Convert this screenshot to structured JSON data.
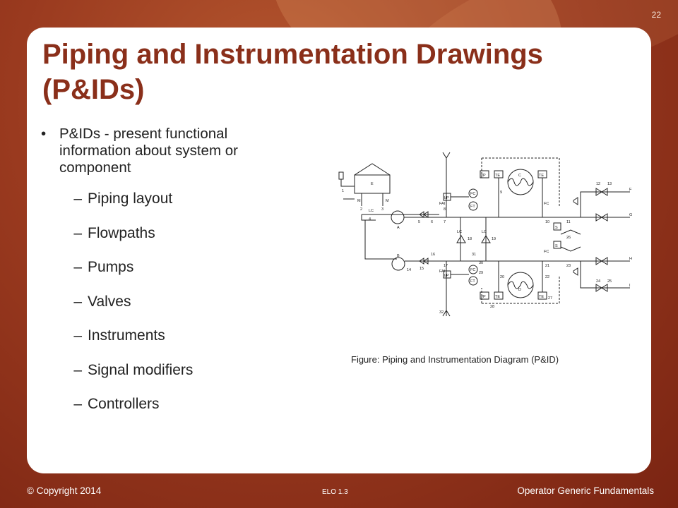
{
  "slide": {
    "number": "22",
    "title_line1": "Piping and Instrumentation Drawings",
    "title_line2": "(P&IDs)",
    "main_bullet_line1": "P&IDs - present functional",
    "main_bullet_line2": "information about system or",
    "main_bullet_line3": "component",
    "sub_bullets": [
      "Piping layout",
      "Flowpaths",
      "Pumps",
      "Valves",
      "Instruments",
      "Signal modifiers",
      "Controllers"
    ],
    "caption": "Figure: Piping and Instrumentation Diagram (P&ID)"
  },
  "diagram": {
    "tank_label": "E",
    "pump_a": "A",
    "pump_b": "B",
    "hx_c": "C",
    "hx_d": "D",
    "box_labels": [
      "M",
      "M",
      "I/P",
      "I/P",
      "FC",
      "FT",
      "TE",
      "TE",
      "I/P",
      "TE",
      "TE",
      "I/P",
      "FT",
      "FC"
    ],
    "numbers": [
      "1",
      "2",
      "3",
      "4",
      "5",
      "6",
      "7",
      "8",
      "9",
      "10",
      "11",
      "12",
      "13",
      "14",
      "15",
      "16",
      "17",
      "18",
      "19",
      "20",
      "21",
      "22",
      "23",
      "24",
      "25",
      "26",
      "27",
      "28",
      "29",
      "30",
      "31",
      "32"
    ],
    "letters_right": [
      "F",
      "G",
      "H",
      "I"
    ],
    "misc_labels": [
      "LC",
      "LC",
      "LC",
      "FAI",
      "FAI",
      "FC",
      "FC",
      "S",
      "S"
    ]
  },
  "footer": {
    "copyright": "© Copyright 2014",
    "elo": "ELO 1.3",
    "course": "Operator Generic Fundamentals"
  },
  "colors": {
    "title": "#8a2f1a",
    "background": "#9a3a1f",
    "panel": "#ffffff"
  }
}
